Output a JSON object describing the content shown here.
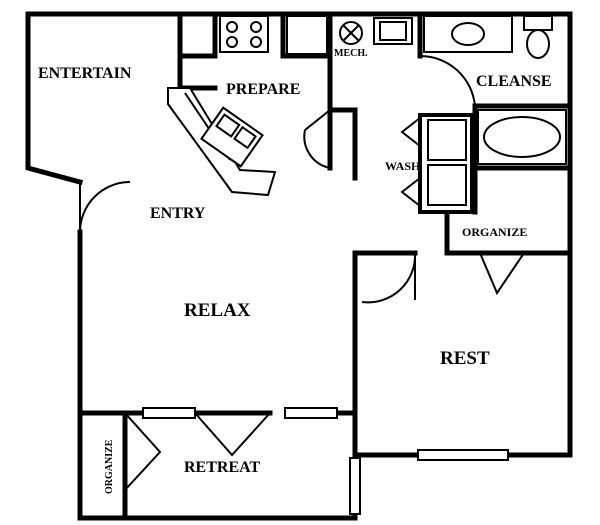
{
  "plan": {
    "rooms": {
      "entertain": "ENTERTAIN",
      "prepare": "PREPARE",
      "mech": "MECH.",
      "cleanse": "CLEANSE",
      "wash": "WASH",
      "entry": "ENTRY",
      "organize_closet": "ORGANIZE",
      "relax": "RELAX",
      "rest": "REST",
      "retreat": "RETREAT",
      "organize_side": "ORGANIZE"
    }
  }
}
